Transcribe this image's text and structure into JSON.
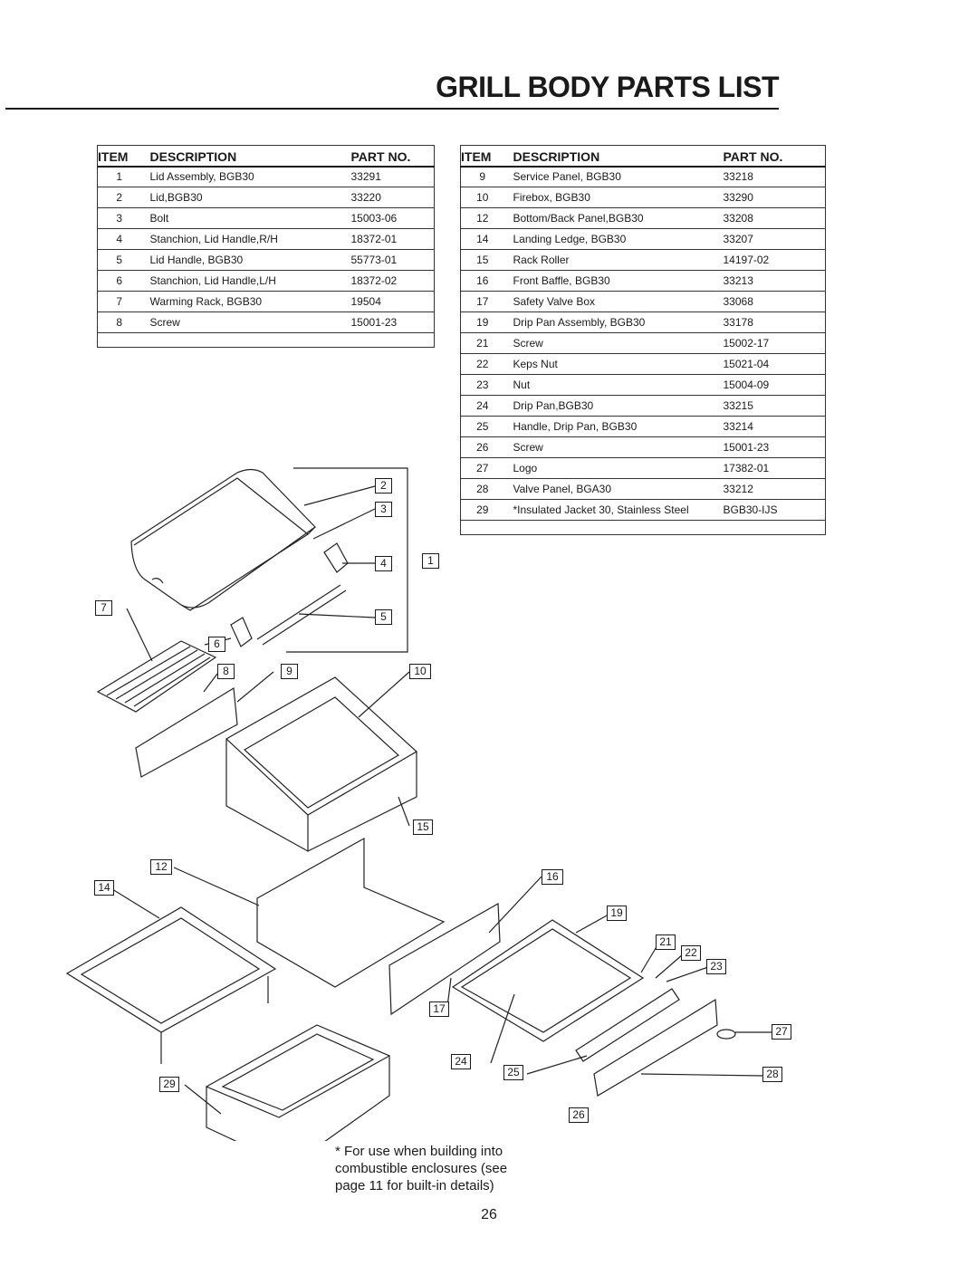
{
  "page": {
    "title": "GRILL BODY PARTS LIST",
    "page_number": "26",
    "note": "* For use when building into combustible  enclosures (see page 11 for built-in details)"
  },
  "tables": {
    "headers": {
      "item": "ITEM",
      "description": "DESCRIPTION",
      "part_no": "PART NO."
    },
    "left": [
      {
        "item": "1",
        "description": "Lid Assembly, BGB30",
        "part_no": "33291"
      },
      {
        "item": "2",
        "description": "Lid,BGB30",
        "part_no": "33220"
      },
      {
        "item": "3",
        "description": "Bolt",
        "part_no": "15003-06"
      },
      {
        "item": "4",
        "description": "Stanchion, Lid Handle,R/H",
        "part_no": "18372-01"
      },
      {
        "item": "5",
        "description": "Lid Handle, BGB30",
        "part_no": "55773-01"
      },
      {
        "item": "6",
        "description": "Stanchion, Lid Handle,L/H",
        "part_no": "18372-02"
      },
      {
        "item": "7",
        "description": "Warming Rack, BGB30",
        "part_no": "19504"
      },
      {
        "item": "8",
        "description": "Screw",
        "part_no": "15001-23"
      }
    ],
    "right": [
      {
        "item": "9",
        "description": "Service Panel, BGB30",
        "part_no": "33218"
      },
      {
        "item": "10",
        "description": "Firebox, BGB30",
        "part_no": "33290"
      },
      {
        "item": "12",
        "description": "Bottom/Back Panel,BGB30",
        "part_no": "33208"
      },
      {
        "item": "14",
        "description": "Landing Ledge, BGB30",
        "part_no": "33207"
      },
      {
        "item": "15",
        "description": "Rack Roller",
        "part_no": "14197-02"
      },
      {
        "item": "16",
        "description": "Front Baffle, BGB30",
        "part_no": "33213"
      },
      {
        "item": "17",
        "description": "Safety Valve Box",
        "part_no": "33068"
      },
      {
        "item": "19",
        "description": "Drip Pan Assembly, BGB30",
        "part_no": "33178"
      },
      {
        "item": "21",
        "description": "Screw",
        "part_no": "15002-17"
      },
      {
        "item": "22",
        "description": "Keps Nut",
        "part_no": "15021-04"
      },
      {
        "item": "23",
        "description": "Nut",
        "part_no": "15004-09"
      },
      {
        "item": "24",
        "description": "Drip Pan,BGB30",
        "part_no": "33215"
      },
      {
        "item": "25",
        "description": "Handle, Drip Pan, BGB30",
        "part_no": "33214"
      },
      {
        "item": "26",
        "description": "Screw",
        "part_no": "15001-23"
      },
      {
        "item": "27",
        "description": "Logo",
        "part_no": "17382-01"
      },
      {
        "item": "28",
        "description": "Valve Panel, BGA30",
        "part_no": "33212"
      },
      {
        "item": "29",
        "description": "*Insulated Jacket 30, Stainless Steel",
        "part_no": "BGB30-IJS"
      }
    ]
  },
  "callouts": [
    "1",
    "2",
    "3",
    "4",
    "5",
    "6",
    "7",
    "8",
    "9",
    "10",
    "12",
    "14",
    "15",
    "16",
    "17",
    "19",
    "21",
    "22",
    "23",
    "24",
    "25",
    "26",
    "27",
    "28",
    "29"
  ]
}
